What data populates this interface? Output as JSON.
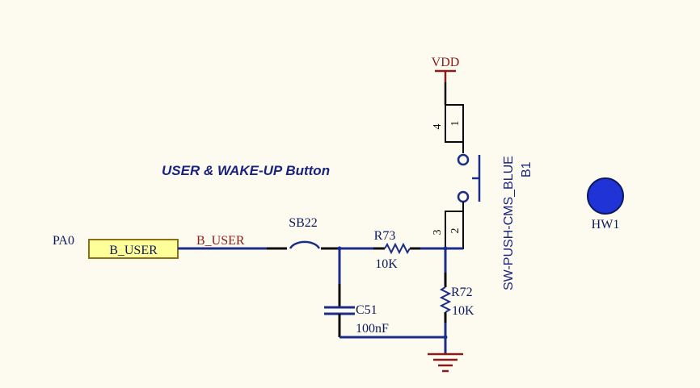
{
  "colors": {
    "background": "#fdfbf0",
    "wire": "#1b2d8a",
    "pin": "#0a0a0a",
    "net_label": "#8b1a1a",
    "power": "#8b1a1a",
    "port_fill": "#ffff99",
    "port_stroke": "#8b6f1a",
    "label_text": "#0d1a5a",
    "title_text": "#1a237e",
    "mount_hole": "#1f33d6"
  },
  "title": "USER & WAKE-UP Button",
  "power": {
    "vdd": "VDD"
  },
  "port": {
    "name": "PA0",
    "label": "B_USER"
  },
  "net": {
    "b_user": "B_USER"
  },
  "jumper": {
    "designator": "SB22"
  },
  "r73": {
    "designator": "R73",
    "value": "10K"
  },
  "r72": {
    "designator": "R72",
    "value": "10K"
  },
  "c51": {
    "designator": "C51",
    "value": "100nF"
  },
  "switch": {
    "designator": "B1",
    "part": "SW-PUSH-CMS_BLUE",
    "pins": {
      "p1": "1",
      "p2": "2",
      "p3": "3",
      "p4": "4"
    }
  },
  "mount_hole": {
    "designator": "HW1",
    "icon": "mounting-hole-icon"
  }
}
